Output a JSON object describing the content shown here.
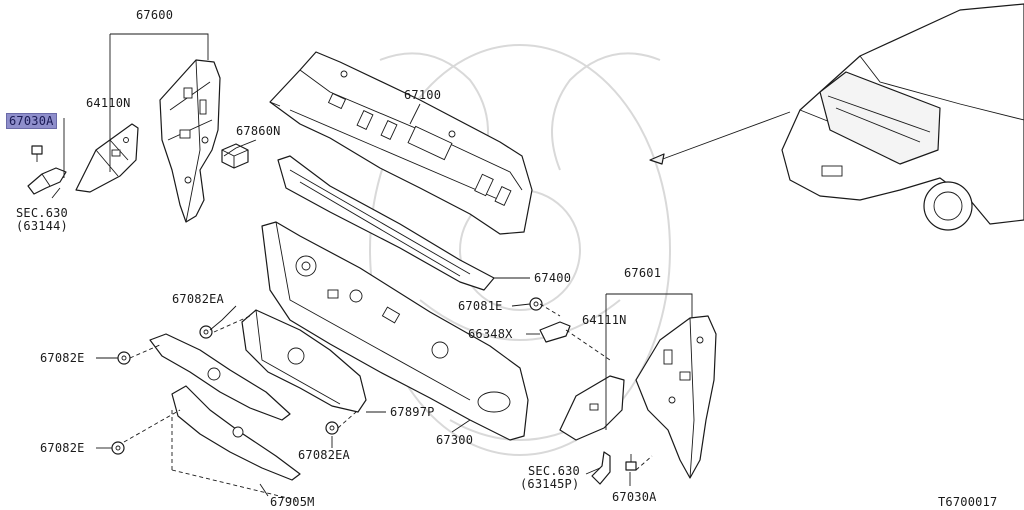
{
  "diagram": {
    "drawing_code": "T6700017",
    "highlighted_part": "67030A",
    "labels": {
      "p67600": "67600",
      "p64110N": "64110N",
      "p67030A_left": "67030A",
      "sec630_left": "SEC.630",
      "sec630_left_ref": "(63144)",
      "p67860N": "67860N",
      "p67100": "67100",
      "p67400": "67400",
      "p67082EA_top": "67082EA",
      "p67082E_top": "67082E",
      "p67082E_bottom": "67082E",
      "p67081E": "67081E",
      "p66348X": "66348X",
      "p67897P": "67897P",
      "p67300": "67300",
      "p67082EA_bottom": "67082EA",
      "p67905M": "67905M",
      "p67601": "67601",
      "p64111N": "64111N",
      "sec630_right": "SEC.630",
      "sec630_right_ref": "(63145P)",
      "p67030A_right": "67030A"
    }
  }
}
